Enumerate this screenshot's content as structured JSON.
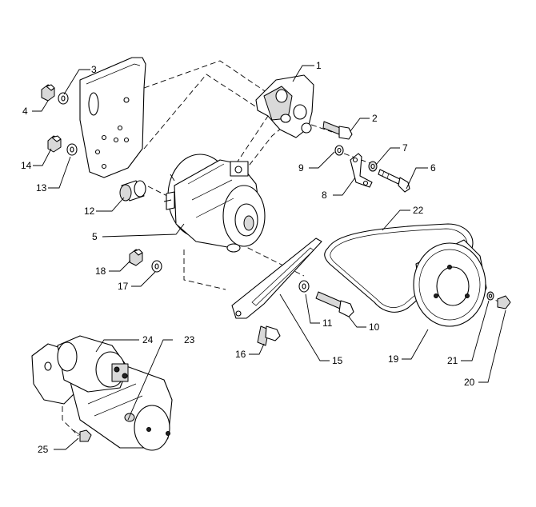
{
  "diagram": {
    "title": "Alternator, starter motor and pulley assembly - exploded view",
    "callouts": [
      {
        "id": "1",
        "label": "1"
      },
      {
        "id": "2",
        "label": "2"
      },
      {
        "id": "3",
        "label": "3"
      },
      {
        "id": "4",
        "label": "4"
      },
      {
        "id": "5",
        "label": "5"
      },
      {
        "id": "6",
        "label": "6"
      },
      {
        "id": "7",
        "label": "7"
      },
      {
        "id": "8",
        "label": "8"
      },
      {
        "id": "9",
        "label": "9"
      },
      {
        "id": "10",
        "label": "10"
      },
      {
        "id": "11",
        "label": "11"
      },
      {
        "id": "12",
        "label": "12"
      },
      {
        "id": "13",
        "label": "13"
      },
      {
        "id": "14",
        "label": "14"
      },
      {
        "id": "15",
        "label": "15"
      },
      {
        "id": "16",
        "label": "16"
      },
      {
        "id": "17",
        "label": "17"
      },
      {
        "id": "18",
        "label": "18"
      },
      {
        "id": "19",
        "label": "19"
      },
      {
        "id": "20",
        "label": "20"
      },
      {
        "id": "21",
        "label": "21"
      },
      {
        "id": "22",
        "label": "22"
      },
      {
        "id": "23",
        "label": "23"
      },
      {
        "id": "24",
        "label": "24"
      },
      {
        "id": "25",
        "label": "25"
      }
    ]
  }
}
